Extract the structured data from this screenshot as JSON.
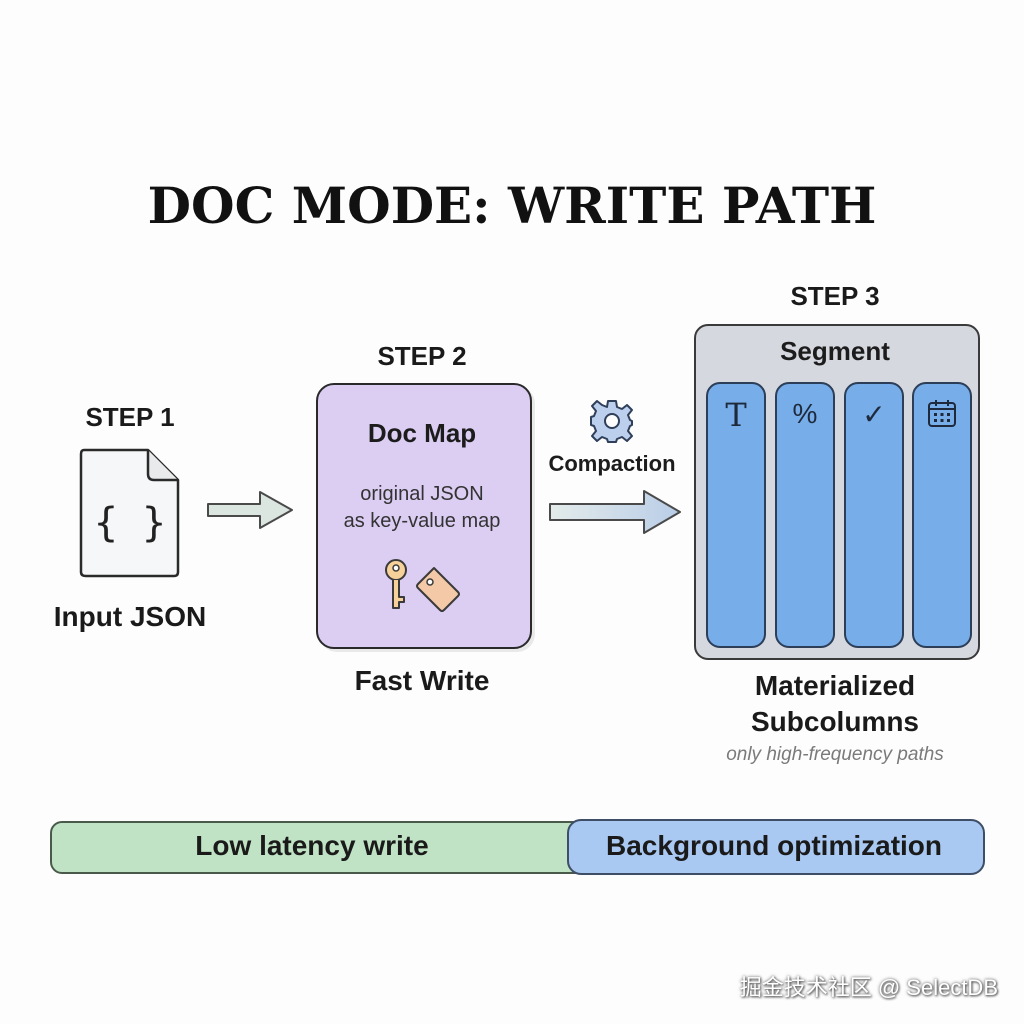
{
  "title": "DOC MODE: WRITE PATH",
  "step1": {
    "step_label": "STEP 1",
    "icon": "json-file-icon",
    "label": "Input JSON"
  },
  "step2": {
    "step_label": "STEP 2",
    "box_title": "Doc Map",
    "box_desc_line1": "original JSON",
    "box_desc_line2": "as key-value map",
    "icons": [
      "key-icon",
      "tag-icon"
    ],
    "label": "Fast Write"
  },
  "compaction": {
    "label": "Compaction",
    "icon": "gear-icon"
  },
  "step3": {
    "step_label": "STEP 3",
    "box_title": "Segment",
    "columns": [
      {
        "icon": "text-type-icon",
        "glyph": "T"
      },
      {
        "icon": "percent-icon",
        "glyph": "%"
      },
      {
        "icon": "check-icon",
        "glyph": "✓"
      },
      {
        "icon": "calendar-icon",
        "glyph": ""
      }
    ],
    "label_line1": "Materialized",
    "label_line2": "Subcolumns",
    "note": "only high-frequency paths"
  },
  "bottom_bar": {
    "left_label": "Low latency write",
    "right_label": "Background optimization"
  },
  "watermark": "掘金技术社区 @ SelectDB",
  "colors": {
    "docmap": "#dccdf3",
    "segment": "#d6d8df",
    "column": "#77ade9",
    "bar_green": "#bfe3c4",
    "bar_blue": "#a9c8f2"
  }
}
